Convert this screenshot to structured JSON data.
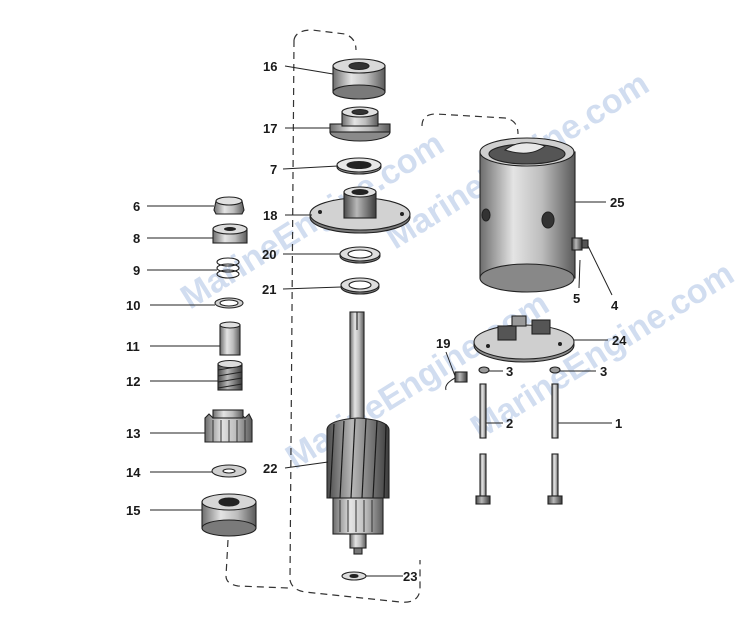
{
  "watermark": "MarineEngine.com",
  "callouts": [
    {
      "id": "1",
      "text": "1"
    },
    {
      "id": "2",
      "text": "2"
    },
    {
      "id": "3a",
      "text": "3"
    },
    {
      "id": "3b",
      "text": "3"
    },
    {
      "id": "4",
      "text": "4"
    },
    {
      "id": "5",
      "text": "5"
    },
    {
      "id": "6",
      "text": "6"
    },
    {
      "id": "7",
      "text": "7"
    },
    {
      "id": "8",
      "text": "8"
    },
    {
      "id": "9",
      "text": "9"
    },
    {
      "id": "10",
      "text": "10"
    },
    {
      "id": "11",
      "text": "11"
    },
    {
      "id": "12",
      "text": "12"
    },
    {
      "id": "13",
      "text": "13"
    },
    {
      "id": "14",
      "text": "14"
    },
    {
      "id": "15",
      "text": "15"
    },
    {
      "id": "16",
      "text": "16"
    },
    {
      "id": "17",
      "text": "17"
    },
    {
      "id": "18",
      "text": "18"
    },
    {
      "id": "19",
      "text": "19"
    },
    {
      "id": "20",
      "text": "20"
    },
    {
      "id": "21",
      "text": "21"
    },
    {
      "id": "22",
      "text": "22"
    },
    {
      "id": "23",
      "text": "23"
    },
    {
      "id": "24",
      "text": "24"
    },
    {
      "id": "25",
      "text": "25"
    }
  ],
  "colors": {
    "ink": "#222222",
    "watermark": "#5b86c9",
    "background": "#ffffff"
  }
}
